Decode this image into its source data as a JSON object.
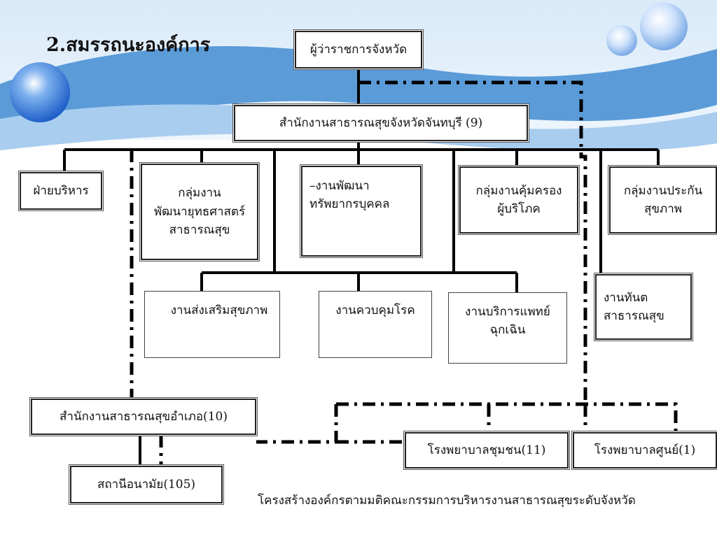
{
  "slide_title": "2.สมรรถนะองค์การ",
  "caption": "โครงสร้างองค์กรตามมติคณะกรรมการบริหารงานสาธารณสุขระดับจังหวัด",
  "nodes": {
    "governor": [
      "ผู้ว่าราชการจังหวัด"
    ],
    "pho": [
      "สำนักงานสาธารณสุขจังหวัดจันทบุรี (9)"
    ],
    "admin": [
      "ฝ่ายบริหาร"
    ],
    "strategy": [
      "กลุ่มงาน",
      "พัฒนายุทธศาสตร์",
      "สาธารณสุข"
    ],
    "hr": [
      "–งานพัฒนา",
      "ทรัพยากรบุคคล"
    ],
    "consumer": [
      "กลุ่มงานคุ้มครอง",
      "ผู้บริโภค"
    ],
    "insurance": [
      "กลุ่มงานประกัน",
      "สุขภาพ"
    ],
    "dental": [
      "งานทันต",
      "สาธารณสุข"
    ],
    "promotion": [
      "งานส่งเสริมสุขภาพ"
    ],
    "disease": [
      "งานควบคุมโรค"
    ],
    "emergency": [
      "งานบริการแพทย์",
      "ฉุกเฉิน"
    ],
    "district": [
      "สำนักงานสาธารณสุขอำเภอ(10)"
    ],
    "health_station": [
      "สถานีอนามัย(105)"
    ],
    "community_hospital": [
      "โรงพยาบาลชุมชน(11)"
    ],
    "general_hospital": [
      "โรงพยาบาลศูนย์(1)"
    ]
  },
  "colors": {
    "sky_blue": "#5b9bd8",
    "light_blue": "#a9cdef",
    "line": "#000000",
    "box_border": "#222222"
  }
}
